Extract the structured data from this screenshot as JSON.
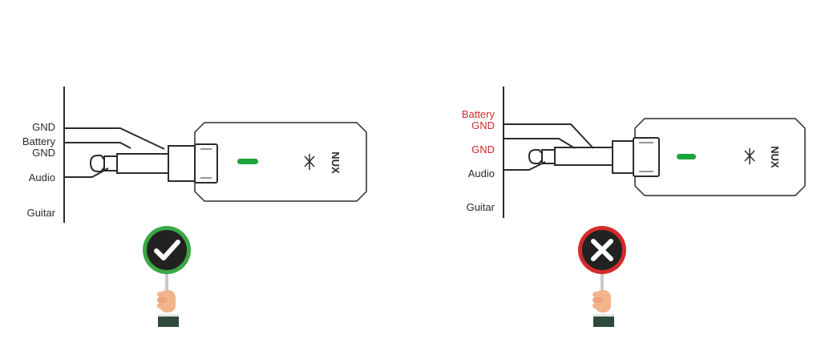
{
  "colors": {
    "line": "#2b2a2e",
    "ok": "#3aa845",
    "bad": "#d42a2a",
    "led": "#1aa53a",
    "label_dark": "#2b2a2e",
    "label_red": "#d42a2a"
  },
  "brand": "NUX",
  "left_diagram": {
    "labels": [
      "GND",
      "Battery",
      "GND",
      "Audio",
      "Guitar"
    ],
    "indicator": {
      "status": "correct",
      "icon": "check-icon"
    }
  },
  "right_diagram": {
    "labels": [
      "Battery",
      "GND",
      "GND",
      "Audio",
      "Guitar"
    ],
    "indicator": {
      "status": "incorrect",
      "icon": "x-icon"
    }
  }
}
